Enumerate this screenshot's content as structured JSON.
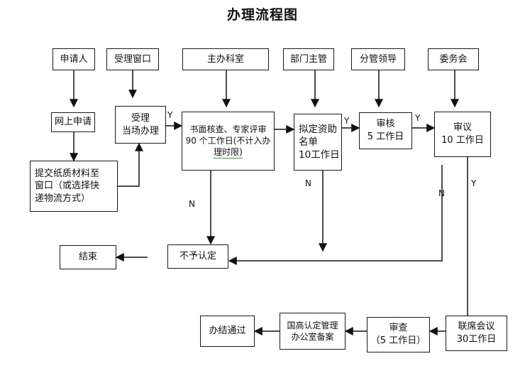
{
  "title": "办理流程图",
  "roles": [
    {
      "id": "applicant",
      "label": "申请人"
    },
    {
      "id": "window",
      "label": "受理窗口"
    },
    {
      "id": "section",
      "label": "主办科室"
    },
    {
      "id": "dept",
      "label": "部门主管"
    },
    {
      "id": "leader",
      "label": "分管领导"
    },
    {
      "id": "committee",
      "label": "委务会"
    }
  ],
  "steps": {
    "online_apply": "网上申请",
    "submit_materials": [
      "提交纸质材料至",
      "窗口（或选择快",
      "递物流方式）"
    ],
    "accept": [
      "受理",
      "当场办理"
    ],
    "review": [
      "书面核查、专家评审",
      "90 个工作日(不计入办",
      "理时限)"
    ],
    "draft_list": [
      "拟定资助",
      "名单",
      "10工作日"
    ],
    "audit": [
      "审核",
      "5 工作日"
    ],
    "deliberate": [
      "审议",
      "10 工作日"
    ],
    "reject": "不予认定",
    "end": "结束",
    "joint_meeting": [
      "联席会议",
      "30工作日"
    ],
    "examine": [
      "审查",
      "（5 工作日）"
    ],
    "filing": [
      "国高认定管理",
      "办公室备案"
    ],
    "passed": "办结通过"
  },
  "edge_labels": {
    "yes": "Y",
    "no": "N"
  }
}
